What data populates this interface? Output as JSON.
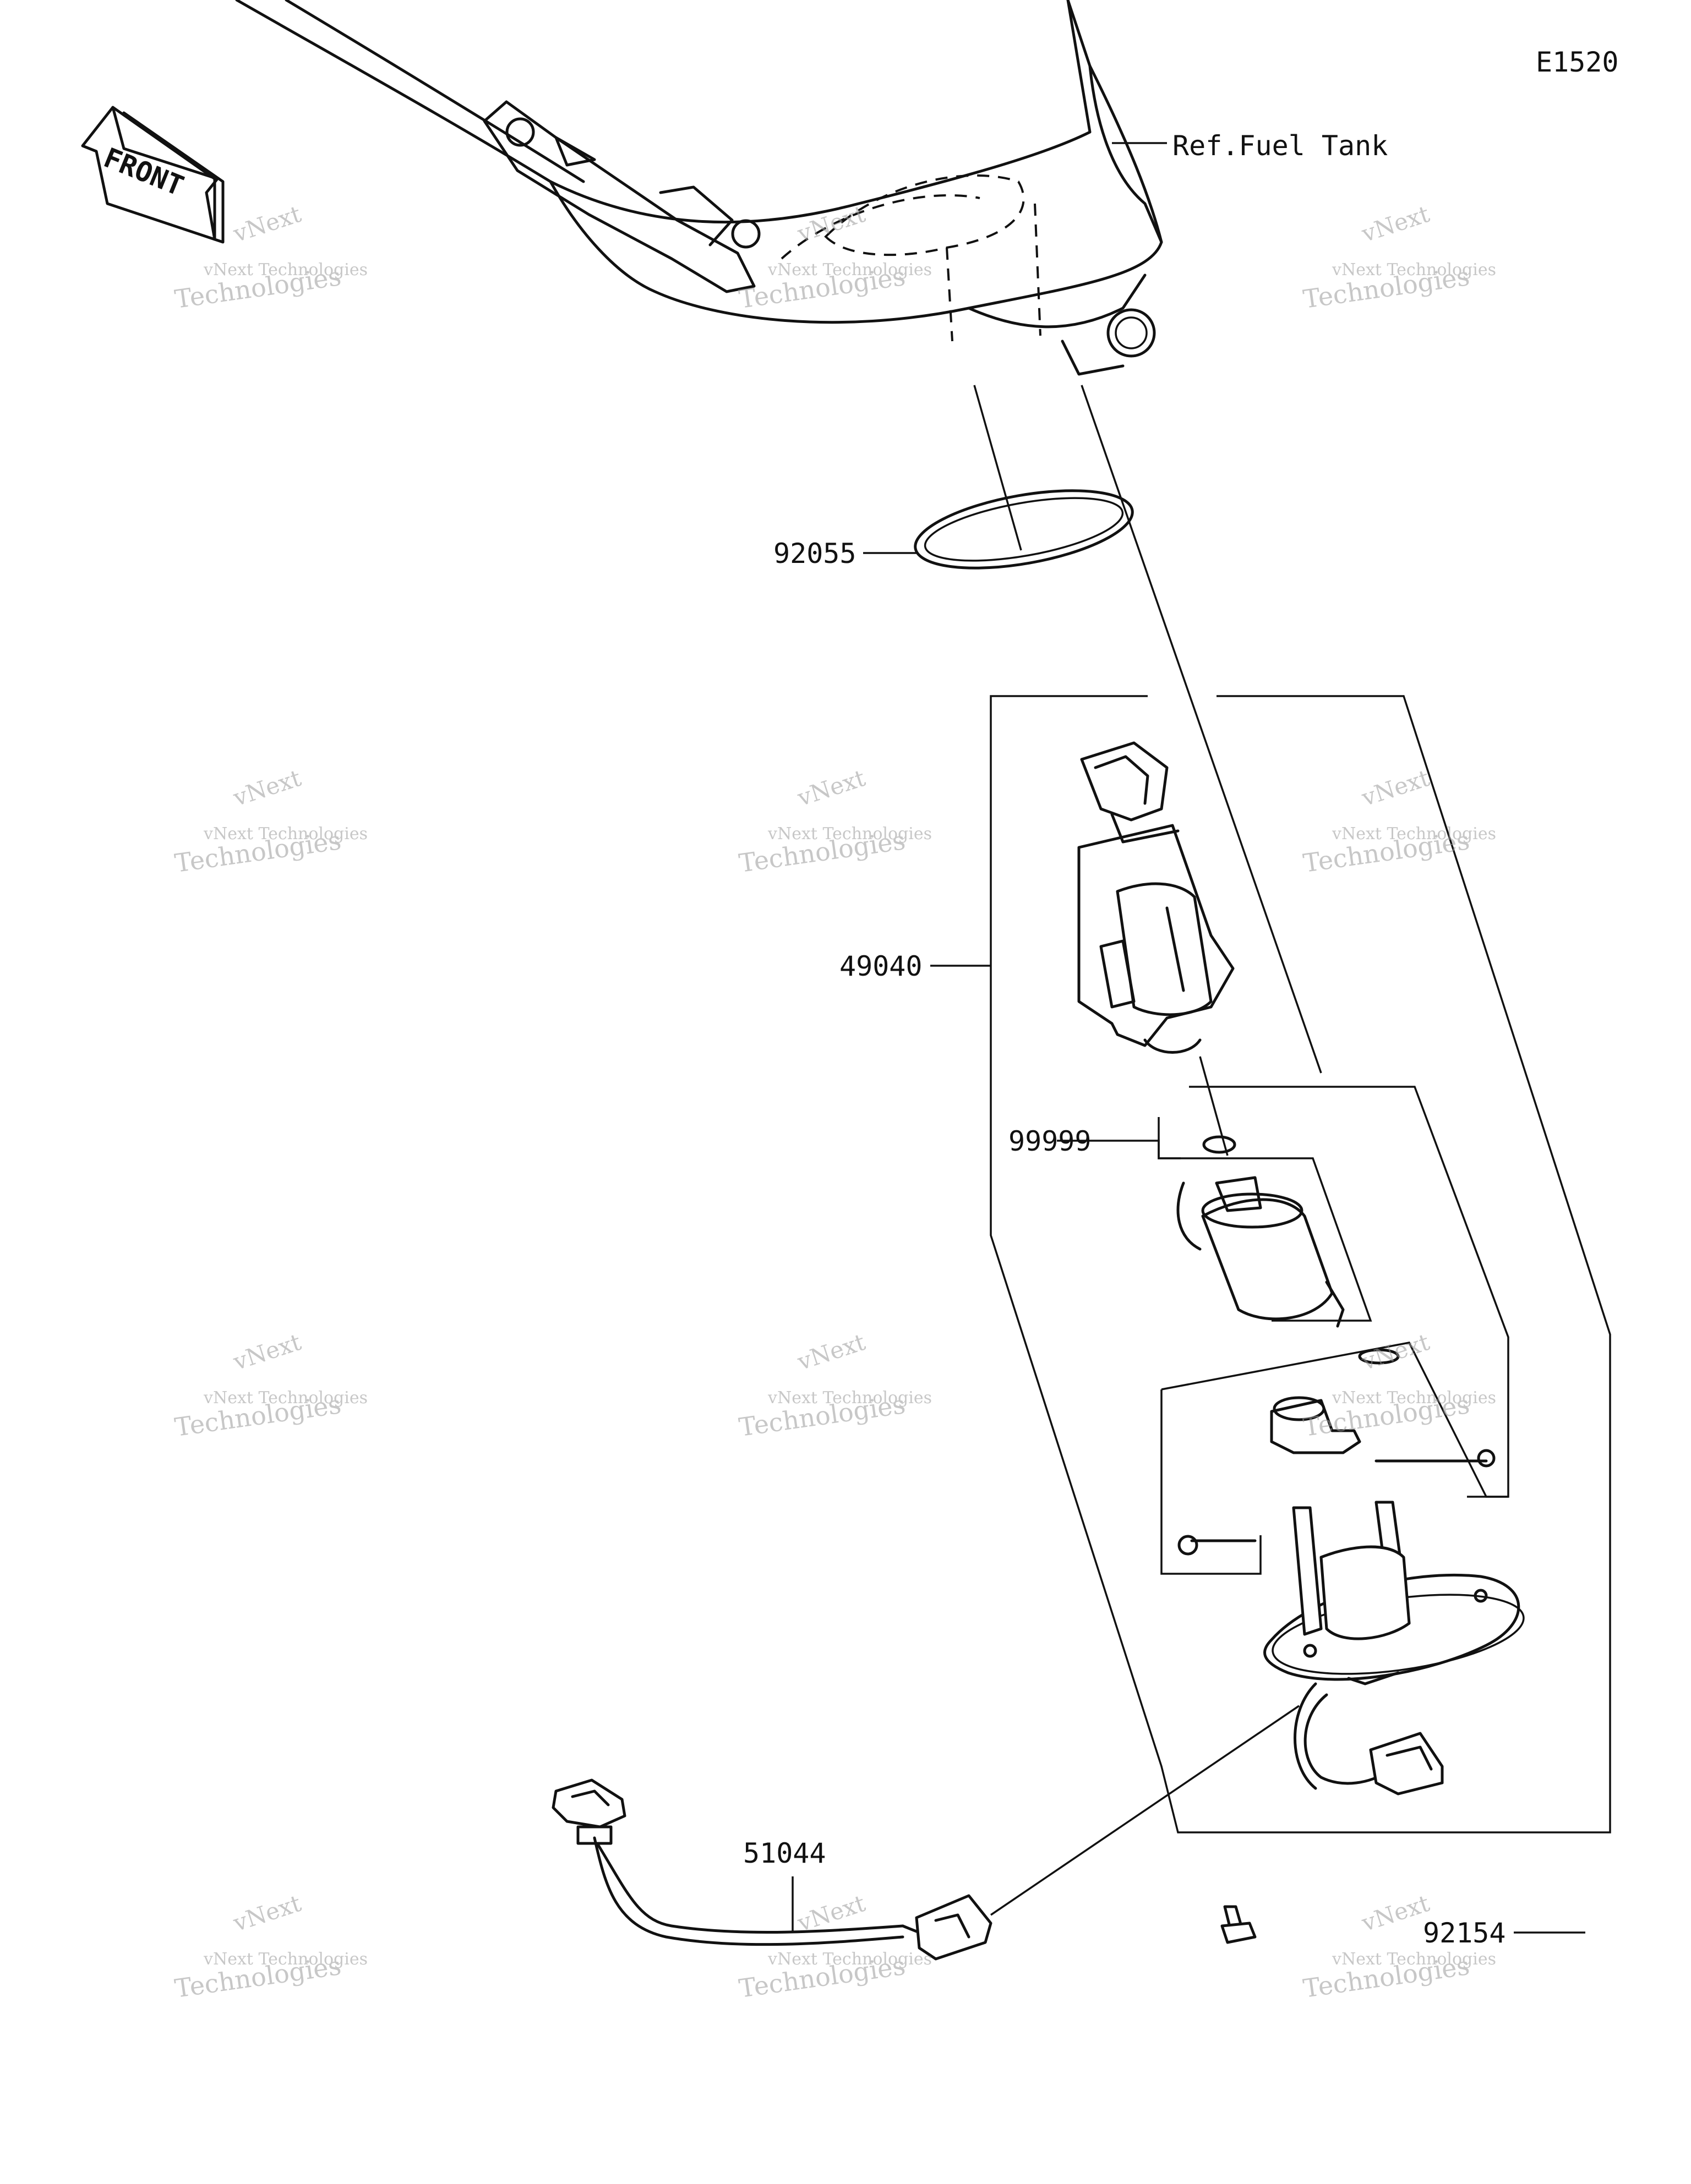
{
  "diagram_code": "E1520",
  "front_label": "FRONT",
  "reference_label": "Ref.Fuel Tank",
  "parts": [
    {
      "number": "92055"
    },
    {
      "number": "49040"
    },
    {
      "number": "99999"
    },
    {
      "number": "51044"
    },
    {
      "number": "92154"
    }
  ],
  "watermark": {
    "line1": "vNext",
    "line2": "vNext Technologies",
    "line3": "Technologies"
  }
}
